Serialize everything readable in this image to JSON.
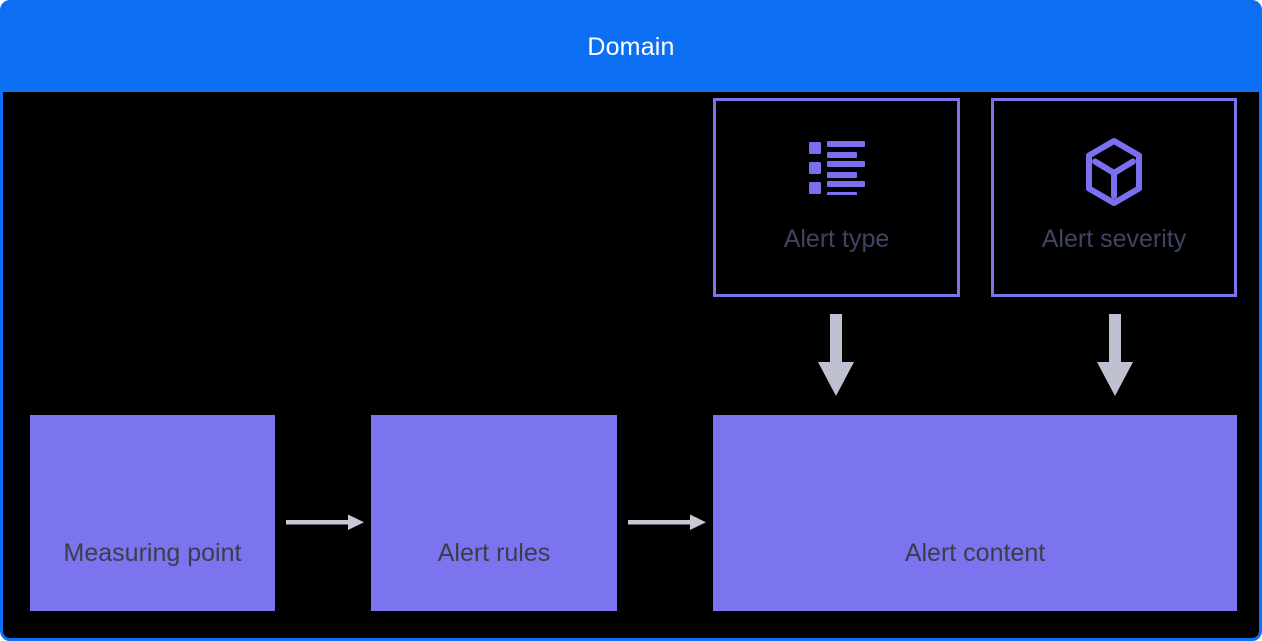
{
  "header": {
    "title": "Domain"
  },
  "nodes": {
    "alert_type": {
      "label": "Alert type",
      "icon": "list-icon",
      "style": "outlined"
    },
    "alert_severity": {
      "label": "Alert severity",
      "icon": "cube-icon",
      "style": "outlined"
    },
    "measuring_point": {
      "label": "Measuring point",
      "style": "filled"
    },
    "alert_rules": {
      "label": "Alert rules",
      "style": "filled"
    },
    "alert_content": {
      "label": "Alert content",
      "style": "filled"
    }
  },
  "edges": [
    {
      "from": "measuring_point",
      "to": "alert_rules",
      "direction": "right"
    },
    {
      "from": "alert_rules",
      "to": "alert_content",
      "direction": "right"
    },
    {
      "from": "alert_type",
      "to": "alert_content",
      "direction": "down"
    },
    {
      "from": "alert_severity",
      "to": "alert_content",
      "direction": "down"
    }
  ],
  "colors": {
    "header_blue": "#0d70f4",
    "frame_border_blue": "#0d70f4",
    "canvas_black": "#000000",
    "outlined_box_border_purple": "#7b74e9",
    "filled_box_purple": "#7c73ef",
    "icon_purple": "#7a6fee",
    "outlined_label_slate": "#3f4560",
    "filled_label_dark": "#393e4b",
    "thick_arrow_gray": "#bfc1d2",
    "thin_arrow_gray": "#c6c8d5",
    "header_text_white": "#ffffff"
  }
}
